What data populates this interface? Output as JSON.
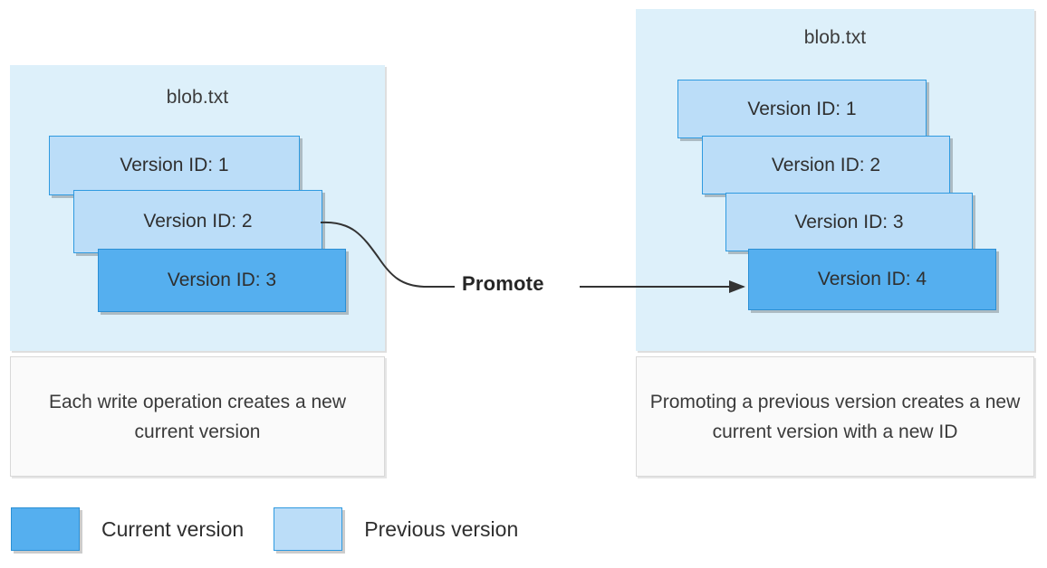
{
  "diagram": {
    "title_hidden": "",
    "panels": [
      {
        "id": "left",
        "blob_name": "blob.txt",
        "versions": [
          {
            "label": "Version ID: 1",
            "state": "previous"
          },
          {
            "label": "Version ID: 2",
            "state": "previous"
          },
          {
            "label": "Version ID: 3",
            "state": "current"
          }
        ],
        "caption": "Each write operation creates a new current version"
      },
      {
        "id": "right",
        "blob_name": "blob.txt",
        "versions": [
          {
            "label": "Version ID: 1",
            "state": "previous"
          },
          {
            "label": "Version ID: 2",
            "state": "previous"
          },
          {
            "label": "Version ID: 3",
            "state": "previous"
          },
          {
            "label": "Version ID: 4",
            "state": "current"
          }
        ],
        "caption": "Promoting a previous version creates a new current version with a new ID"
      }
    ],
    "connector": {
      "label": "Promote",
      "from": "Version ID: 2",
      "to": "Version ID: 4"
    },
    "legend": {
      "items": [
        {
          "label": "Current version",
          "color": "#55AFEF"
        },
        {
          "label": "Previous version",
          "color": "#BBDDF8"
        }
      ]
    },
    "colors": {
      "panel_background": "#DDF0FA",
      "current_version": "#55AFEF",
      "previous_version": "#BBDDF8",
      "box_border": "#2F9AE0",
      "caption_background": "#FAFAFA",
      "caption_border": "#D8D8D8",
      "connector_stroke": "#333333"
    }
  }
}
